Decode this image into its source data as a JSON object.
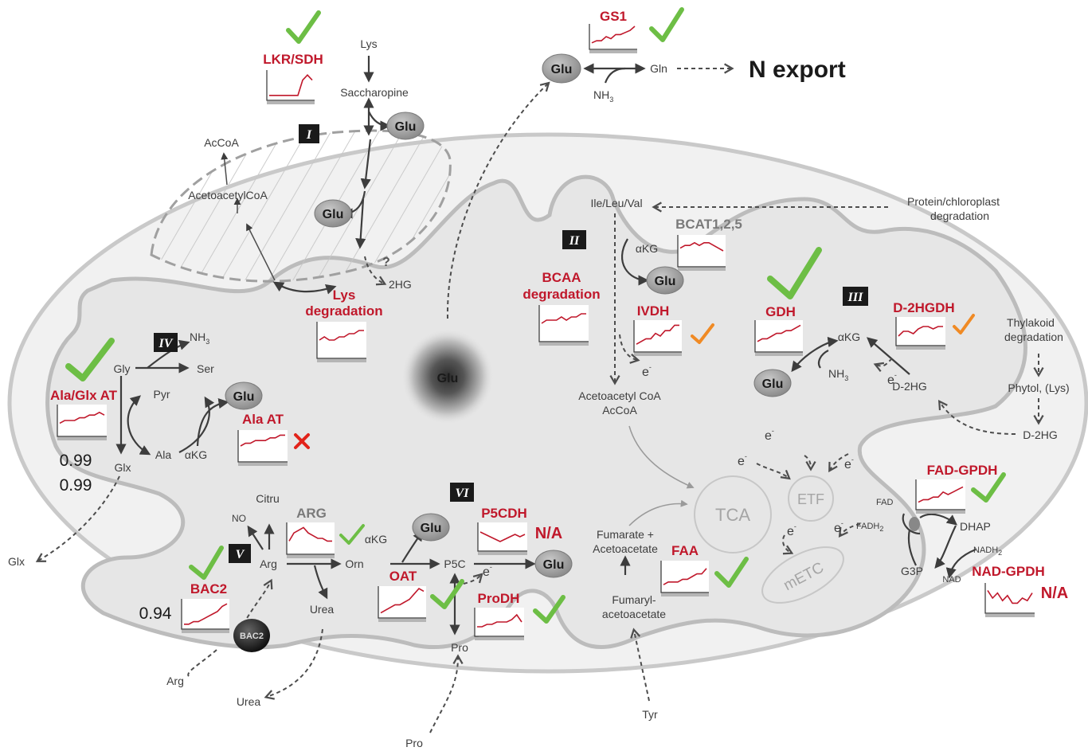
{
  "labels": {
    "lys": "Lys",
    "saccharopine": "Saccharopine",
    "acoa": "AcCoA",
    "acetoacetylcoa": "AcetoacetylCoA",
    "question": "?",
    "twohg": "2HG",
    "lys_deg_1": "Lys",
    "lys_deg_2": "degradation",
    "gln": "Gln",
    "nh3_top": "NH",
    "n_export": "N export",
    "protein_deg_1": "Protein/chloroplast",
    "protein_deg_2": "degradation",
    "ile_leu_val": "Ile/Leu/Val",
    "akg_bcat": "αKG",
    "bcaa_1": "BCAA",
    "bcaa_2": "degradation",
    "acetoacetyl_coa": "Acetoacetyl CoA",
    "accoa": "AcCoA",
    "thylakoid_1": "Thylakoid",
    "thylakoid_2": "degradation",
    "phytol": "Phytol, (Lys)",
    "d2hg_out": "D-2HG",
    "d2hg_in": "D-2HG",
    "akg_gdh": "αKG",
    "nh3_gdh": "NH",
    "nh3_iv": "NH",
    "gly": "Gly",
    "ser": "Ser",
    "pyr": "Pyr",
    "ala": "Ala",
    "akg_ala": "αKG",
    "glx": "Glx",
    "glx_out": "Glx",
    "citru": "Citru",
    "no": "NO",
    "arg": "Arg",
    "orn": "Orn",
    "urea": "Urea",
    "urea_out": "Urea",
    "arg_out": "Arg",
    "akg_oat": "αKG",
    "p5c": "P5C",
    "pro": "Pro",
    "pro_out": "Pro",
    "fumarate_1": "Fumarate +",
    "fumarate_2": "Acetoacetate",
    "fumaryl_1": "Fumaryl-",
    "fumaryl_2": "acetoacetate",
    "tyr": "Tyr",
    "tca": "TCA",
    "etf": "ETF",
    "metc": "mETC",
    "fad": "FAD",
    "fadh2": "FADH",
    "dhap": "DHAP",
    "g3p": "G3P",
    "nadh2": "NADH",
    "nad": "NAD",
    "electron": "e",
    "minus": "-",
    "sub3": "3",
    "sub2": "2",
    "glu": "Glu",
    "bac2_transporter": "BAC2"
  },
  "enzymes": {
    "gs1": "GS1",
    "lkr_sdh": "LKR/SDH",
    "bcat": "BCAT1,2,5",
    "ivdh": "IVDH",
    "gdh": "GDH",
    "d2hgdh": "D-2HGDH",
    "ala_glx_at": "Ala/Glx AT",
    "ala_at": "Ala AT",
    "arg": "ARG",
    "p5cdh": "P5CDH",
    "oat": "OAT",
    "prodh": "ProDH",
    "faa": "FAA",
    "bac2": "BAC2",
    "fad_gpdh": "FAD-GPDH",
    "nad_gpdh": "NAD-GPDH"
  },
  "status": {
    "p5cdh_na": "N/A",
    "nad_gpdh_na": "N/A"
  },
  "pathways": {
    "I": "I",
    "II": "II",
    "III": "III",
    "IV": "IV",
    "V": "V",
    "VI": "VI"
  },
  "correlations": {
    "ala_glx_1": "0.99",
    "ala_glx_2": "0.99",
    "bac2": "0.94"
  },
  "colors": {
    "enzyme_red": "#c0182b",
    "check_green": "#6dbe45",
    "check_orange": "#f08a24",
    "cross_red": "#e2231a",
    "mito_fill": "#eeeeee",
    "matrix_fill": "#e5e5e5",
    "glu_node": "#a9a9a9"
  },
  "icons": [
    "check-icon",
    "cross-icon",
    "glu-metabolite",
    "bac2-transporter",
    "sparkline-chart"
  ],
  "chart_data": [
    {
      "type": "line",
      "enzyme": "GS1",
      "series": [
        {
          "values": [
            2,
            3,
            3,
            5,
            4,
            6,
            6,
            7,
            8,
            10
          ]
        }
      ]
    },
    {
      "type": "line",
      "enzyme": "LKR/SDH",
      "series": [
        {
          "values": [
            1,
            1,
            1,
            1,
            1,
            1,
            1,
            7,
            9,
            7
          ]
        }
      ]
    },
    {
      "type": "line",
      "enzyme": "Lys degradation",
      "series": [
        {
          "values": [
            5,
            6,
            5,
            5,
            6,
            6,
            7,
            7,
            8,
            8
          ]
        }
      ]
    },
    {
      "type": "line",
      "enzyme": "BCAT1,2,5",
      "series": [
        {
          "values": [
            6,
            7,
            7,
            8,
            7,
            8,
            8,
            7,
            6,
            5
          ]
        }
      ]
    },
    {
      "type": "line",
      "enzyme": "BCAA degradation",
      "series": [
        {
          "values": [
            5,
            6,
            6,
            6,
            7,
            6,
            7,
            7,
            8,
            8
          ]
        }
      ]
    },
    {
      "type": "line",
      "enzyme": "IVDH",
      "series": [
        {
          "values": [
            2,
            3,
            4,
            4,
            6,
            5,
            7,
            7,
            9,
            9
          ]
        }
      ]
    },
    {
      "type": "line",
      "enzyme": "GDH",
      "series": [
        {
          "values": [
            3,
            4,
            4,
            5,
            6,
            6,
            7,
            7,
            8,
            9
          ]
        }
      ]
    },
    {
      "type": "line",
      "enzyme": "D-2HGDH",
      "series": [
        {
          "values": [
            3,
            5,
            5,
            4,
            6,
            7,
            7,
            6,
            7,
            7
          ]
        }
      ]
    },
    {
      "type": "line",
      "enzyme": "Ala/Glx AT",
      "series": [
        {
          "values": [
            4,
            5,
            5,
            5,
            6,
            6,
            7,
            7,
            8,
            7
          ]
        }
      ]
    },
    {
      "type": "line",
      "enzyme": "Ala AT",
      "series": [
        {
          "values": [
            5,
            6,
            6,
            7,
            7,
            7,
            8,
            8,
            9,
            9
          ]
        }
      ]
    },
    {
      "type": "line",
      "enzyme": "ARG",
      "series": [
        {
          "values": [
            4,
            7,
            8,
            9,
            7,
            6,
            5,
            5,
            4,
            4
          ]
        }
      ]
    },
    {
      "type": "line",
      "enzyme": "P5CDH",
      "series": [
        {
          "values": [
            7,
            6,
            5,
            4,
            3,
            4,
            5,
            6,
            5,
            6
          ]
        }
      ]
    },
    {
      "type": "line",
      "enzyme": "OAT",
      "series": [
        {
          "values": [
            1,
            2,
            3,
            4,
            4,
            5,
            6,
            8,
            10,
            9
          ]
        }
      ]
    },
    {
      "type": "line",
      "enzyme": "ProDH",
      "series": [
        {
          "values": [
            3,
            3,
            4,
            4,
            5,
            5,
            5,
            6,
            8,
            5
          ]
        }
      ]
    },
    {
      "type": "line",
      "enzyme": "FAA",
      "series": [
        {
          "values": [
            2,
            3,
            3,
            3,
            4,
            4,
            5,
            6,
            6,
            8
          ]
        }
      ]
    },
    {
      "type": "line",
      "enzyme": "BAC2",
      "series": [
        {
          "values": [
            1,
            1,
            2,
            2,
            3,
            4,
            5,
            6,
            8,
            9
          ]
        }
      ]
    },
    {
      "type": "line",
      "enzyme": "FAD-GPDH",
      "series": [
        {
          "values": [
            2,
            3,
            3,
            4,
            4,
            6,
            5,
            6,
            7,
            8
          ]
        }
      ]
    },
    {
      "type": "line",
      "enzyme": "NAD-GPDH",
      "series": [
        {
          "values": [
            8,
            5,
            7,
            4,
            6,
            3,
            3,
            5,
            4,
            7
          ]
        }
      ]
    }
  ]
}
